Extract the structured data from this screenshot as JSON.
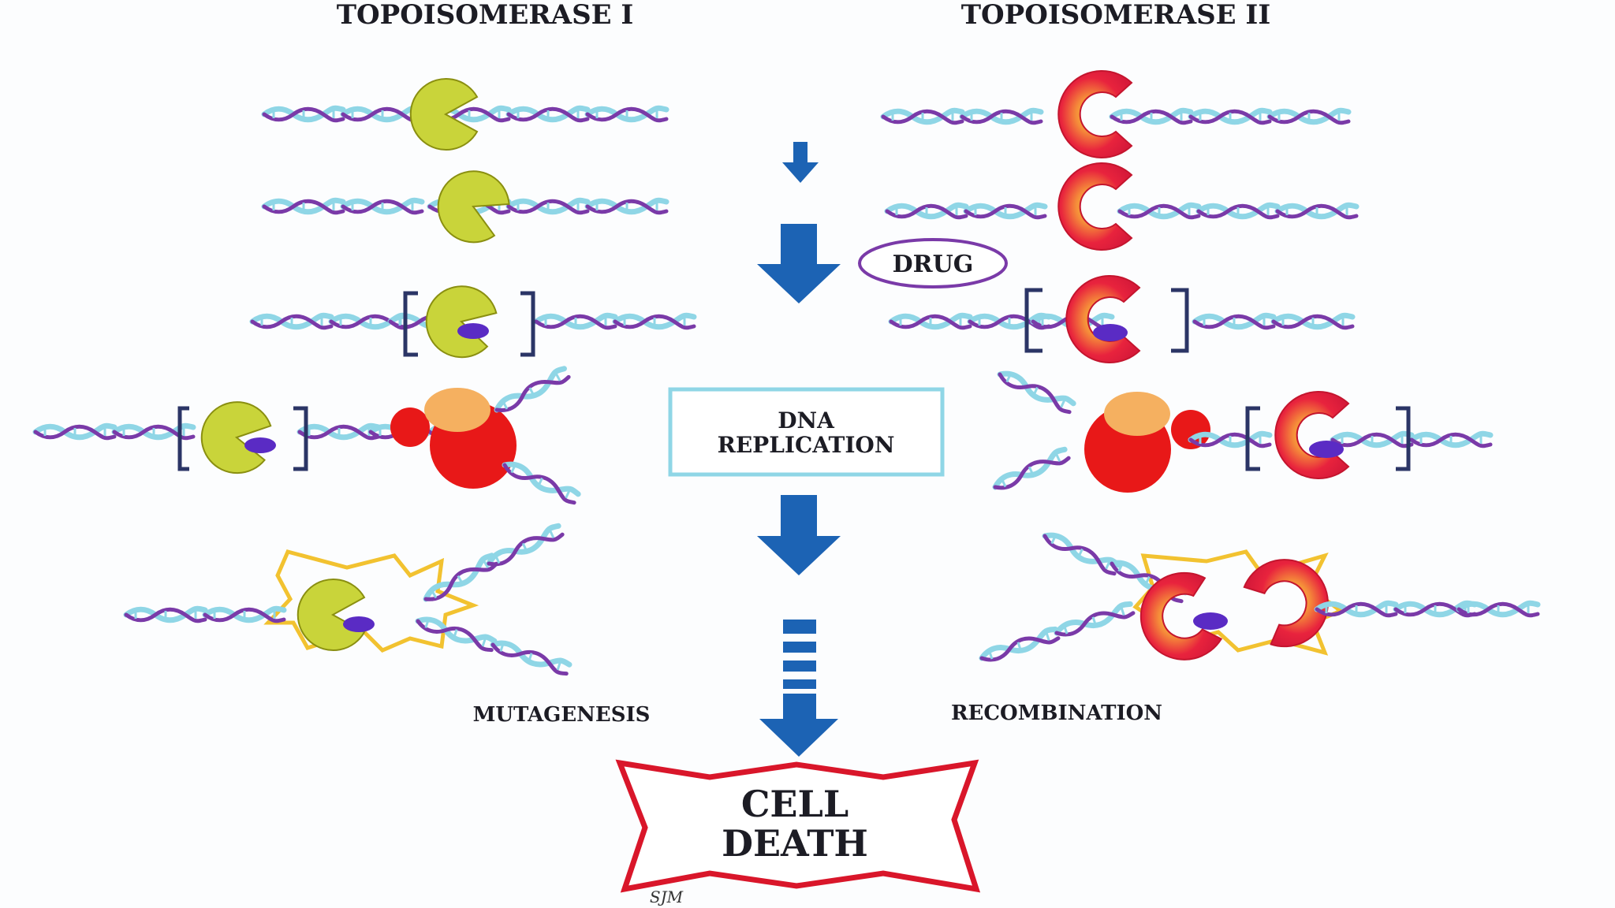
{
  "titles": {
    "left": "TOPOISOMERASE I",
    "right": "TOPOISOMERASE II"
  },
  "labels": {
    "drug": "DRUG",
    "replication_line1": "DNA",
    "replication_line2": "REPLICATION",
    "mutagenesis": "MUTAGENESIS",
    "recombination": "RECOMBINATION",
    "cell_death_line1": "CELL",
    "cell_death_line2": "DEATH"
  },
  "signature": "SJM",
  "colors": {
    "strand_a": "#8fd6e6",
    "strand_b": "#7a3aa8",
    "topo1": "#c9d43a",
    "topo2": "#e8233d",
    "drug": "#5a2bc4",
    "arrow": "#1c63b4",
    "replisome_red": "#e81818",
    "replisome_orange": "#f5b060",
    "burst": "#f2c230",
    "death_border": "#d9162a"
  }
}
